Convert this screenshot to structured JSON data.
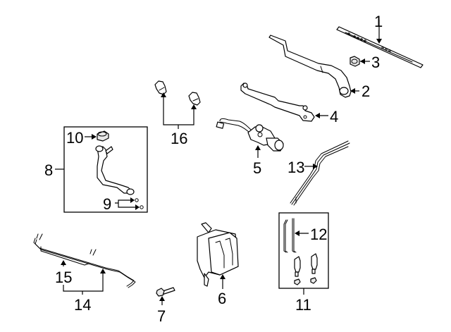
{
  "diagram": {
    "title": "Wiper & Washer Components",
    "callouts": [
      {
        "number": "1",
        "part": "wiper-blade"
      },
      {
        "number": "2",
        "part": "wiper-arm"
      },
      {
        "number": "3",
        "part": "arm-nut"
      },
      {
        "number": "4",
        "part": "wiper-linkage"
      },
      {
        "number": "5",
        "part": "wiper-motor"
      },
      {
        "number": "6",
        "part": "washer-reservoir"
      },
      {
        "number": "7",
        "part": "reservoir-bolt"
      },
      {
        "number": "8",
        "part": "filler-neck-assembly"
      },
      {
        "number": "9",
        "part": "filler-neck-clamps"
      },
      {
        "number": "10",
        "part": "filler-cap"
      },
      {
        "number": "11",
        "part": "washer-pump-kit"
      },
      {
        "number": "12",
        "part": "pump-hoses"
      },
      {
        "number": "13",
        "part": "washer-hose"
      },
      {
        "number": "14",
        "part": "washer-hose-assembly"
      },
      {
        "number": "15",
        "part": "hose-section"
      },
      {
        "number": "16",
        "part": "washer-nozzles"
      }
    ]
  }
}
